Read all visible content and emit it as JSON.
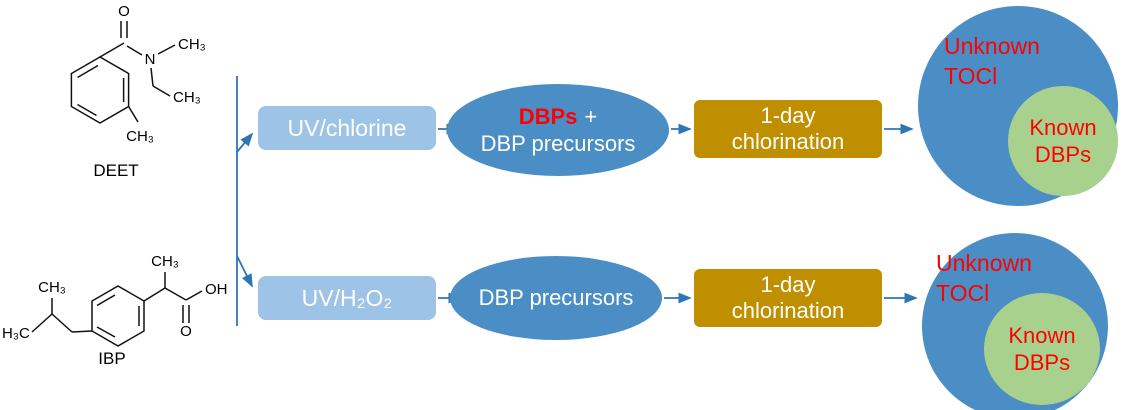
{
  "molecules": {
    "deet": {
      "label": "DEET",
      "atoms": {
        "o": "O",
        "n": "N",
        "n_methyl_top": "CH₃",
        "n_methyl_bottom": "CH₃",
        "ring_methyl": "CH₃"
      }
    },
    "ibp": {
      "label": "IBP",
      "atoms": {
        "h3c": "H₃C",
        "branch_methyl": "CH₃",
        "alpha_methyl": "CH₃",
        "oh": "OH",
        "o": "O"
      }
    }
  },
  "pathways": {
    "top": {
      "treatment": "UV/chlorine",
      "product_highlight": "DBPs",
      "product_plus": "+",
      "product_line2": "DBP precursors",
      "step_line1": "1-day",
      "step_line2": "chlorination",
      "outer_line1": "Unknown",
      "outer_line2": "TOCl",
      "inner_line1": "Known",
      "inner_line2": "DBPs"
    },
    "bottom": {
      "treatment": "UV/H₂O₂",
      "product": "DBP precursors",
      "step_line1": "1-day",
      "step_line2": "chlorination",
      "outer_line1": "Unknown",
      "outer_line2": "TOCl",
      "inner_line1": "Known",
      "inner_line2": "DBPs"
    }
  },
  "colors": {
    "treatment_box": "#9DC3E6",
    "ellipse": "#4A8EC5",
    "chlorination_box": "#BF8F00",
    "outer_circle": "#4A8EC5",
    "inner_circle": "#A9D18E",
    "highlight_text": "#FF0000",
    "arrow": "#2E75B6"
  }
}
